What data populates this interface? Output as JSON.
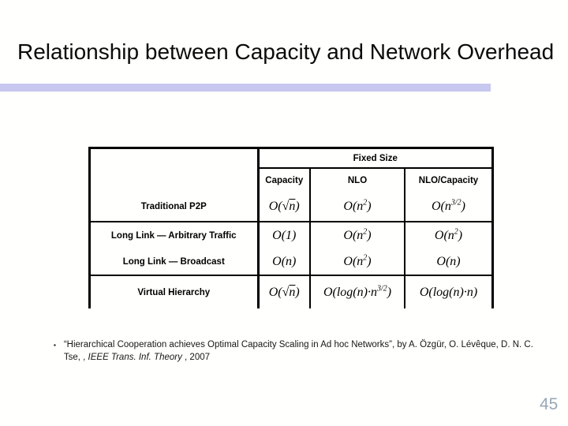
{
  "slide": {
    "title": "Relationship between Capacity and Network Overhead",
    "page_number": "45",
    "accent_bar_color": "#c7c7ef",
    "page_number_color": "#98a8b8"
  },
  "table": {
    "group_header": "Fixed Size",
    "columns": [
      "Capacity",
      "NLO",
      "NLO/Capacity"
    ],
    "rows": [
      {
        "label": "Traditional P2P",
        "capacity_html": "O(√<span class=ol>n</span>)",
        "nlo_html": "O(n<sup>2</sup>)",
        "nlo_capacity_html": "O(n<sup>3/2</sup>)"
      },
      {
        "label": "Long Link — Arbitrary Traffic",
        "capacity_html": "O(1)",
        "nlo_html": "O(n<sup>2</sup>)",
        "nlo_capacity_html": "O(n<sup>2</sup>)"
      },
      {
        "label": "Long Link — Broadcast",
        "capacity_html": "O(n)",
        "nlo_html": "O(n<sup>2</sup>)",
        "nlo_capacity_html": "O(n)"
      },
      {
        "label": "Virtual Hierarchy",
        "capacity_html": "O(√<span class=ol>n</span>)",
        "nlo_html": "O(log(n)·n<sup>3/2</sup>)",
        "nlo_capacity_html": "O(log(n)·n)"
      }
    ]
  },
  "citation": {
    "bullet": "▪",
    "text_html": "“Hierarchical Cooperation achieves Optimal Capacity Scaling in Ad hoc Networks”, by A. Özgür, O. Lévêque, D. N. C. Tse, , <i>IEEE Trans. Inf. Theory</i> , 2007"
  }
}
